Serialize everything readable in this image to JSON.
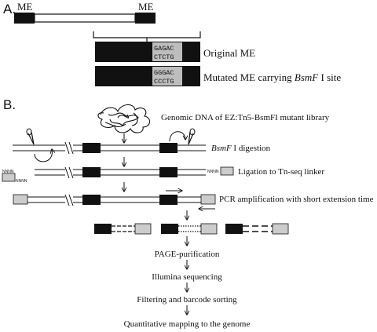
{
  "panel_a": {
    "label": "A.",
    "me_left": "ME",
    "me_right": "ME",
    "original": {
      "seq_top": "GAGAC",
      "seq_bottom": "CTCTG",
      "label": "Original ME"
    },
    "mutated": {
      "seq_top": "GGGAC",
      "seq_bottom": "CCCTG",
      "label_prefix": "Mutated ME carrying ",
      "label_enzyme": "BsmF",
      "label_suffix": " I site"
    }
  },
  "panel_b": {
    "label": "B.",
    "genomic_dna": "Genomic DNA of EZ:Tn5-BsmFI mutant library",
    "digestion_enzyme": "BsmF",
    "digestion_suffix": " I digestion",
    "ligation": "Ligation to Tn-seq linker",
    "pcr": "PCR amplification with short extension time",
    "steps": [
      "PAGE-purification",
      "Illumina sequencing",
      "Filtering and barcode sorting",
      "Quantitative mapping to the genome"
    ]
  }
}
